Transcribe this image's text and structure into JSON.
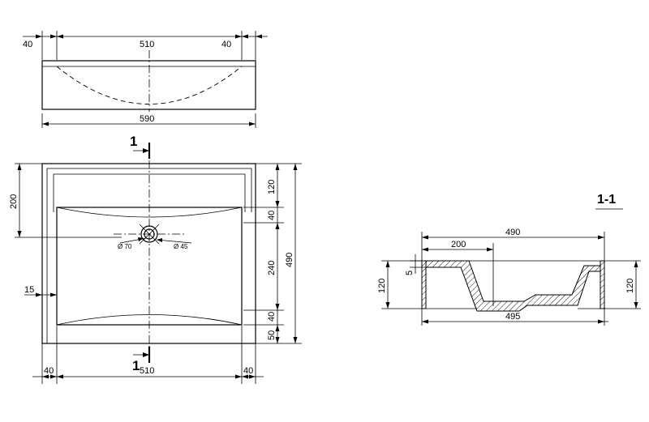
{
  "drawing": {
    "top_view": {
      "dims_top": {
        "left": "40",
        "middle": "510",
        "right": "40"
      },
      "overall_width": "590",
      "dims_bottom": {
        "left": "40",
        "middle": "510",
        "right": "40"
      },
      "left_dims": {
        "drain_offset": "200",
        "wall": "15"
      },
      "right_dims": {
        "back_wall": "120",
        "back_slope": "40",
        "bowl_depth": "240",
        "front_slope": "40",
        "front_wall": "50",
        "overall_depth": "490"
      },
      "drain": {
        "outer_diameter": "Ø 70",
        "inner_diameter": "Ø 45"
      },
      "section_mark_top": "1",
      "section_mark_bottom": "1"
    },
    "section_view": {
      "title": "1-1",
      "dims": {
        "overall": "490",
        "drain_offset": "200",
        "rim": "5",
        "height_left": "120",
        "height_right": "120",
        "inner_width": "495"
      }
    }
  }
}
